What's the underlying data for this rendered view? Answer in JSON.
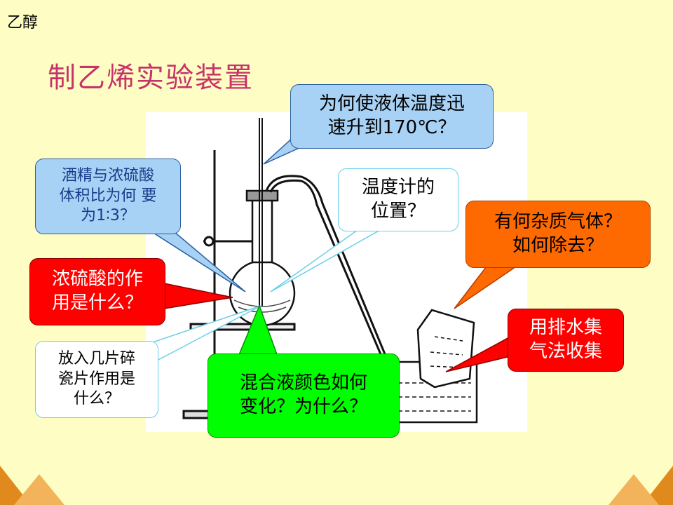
{
  "slide": {
    "topic": "乙醇",
    "title": "制乙烯实验装置"
  },
  "callouts": {
    "speed": {
      "line1": "为何使液体温度迅",
      "line2": "速升到170℃？"
    },
    "ratio": {
      "line1": "酒精与浓硫酸",
      "line2": "体积比为何 要",
      "line3": "为1∶3？"
    },
    "thermo": {
      "line1": "温度计的",
      "line2": "位置？"
    },
    "gas": {
      "line1": "有何杂质气体？",
      "line2": "如何除去？"
    },
    "acid": {
      "line1": "浓硫酸的作",
      "line2": "用是什么？"
    },
    "porcelain": {
      "line1": "放入几片碎",
      "line2": "瓷片作用是",
      "line3": "什么？"
    },
    "color": {
      "line1": "混合液颜色如何",
      "line2": "变化？为什么？"
    },
    "collect": {
      "line1": "用排水集",
      "line2": "气法收集"
    }
  },
  "colors": {
    "background": "#fefec4",
    "title": "#c8336a",
    "blue_callout": "#a8d2f5",
    "red_callout": "#ff0000",
    "orange_callout": "#ff6a00",
    "green_callout": "#00ff00"
  }
}
